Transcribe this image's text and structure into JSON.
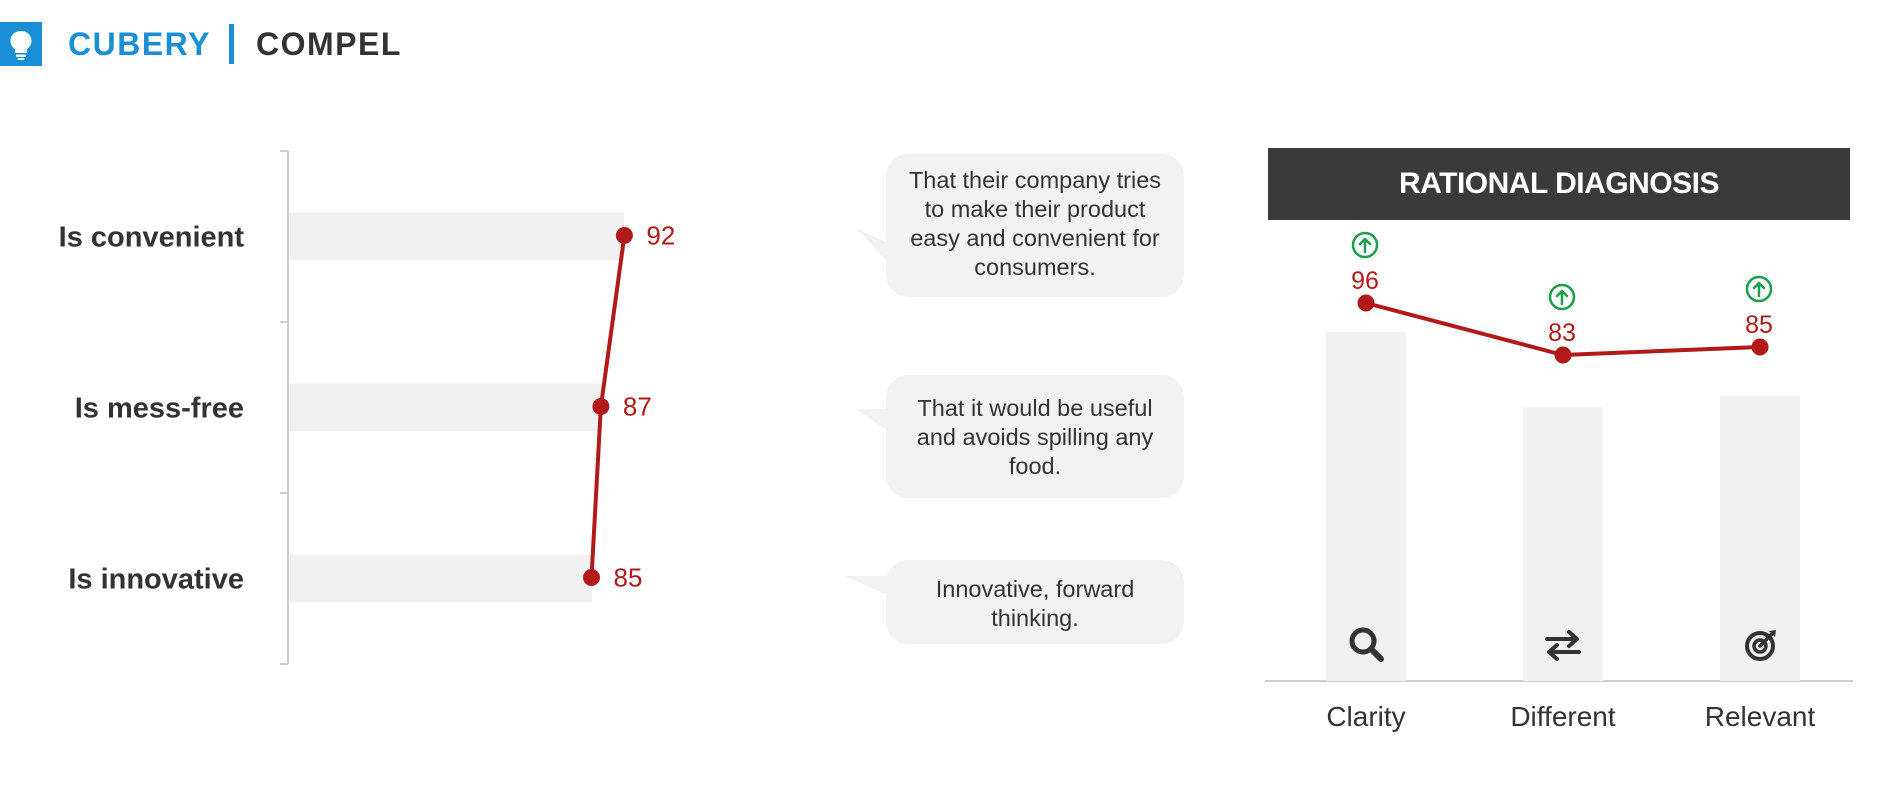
{
  "header": {
    "brand": "CUBERY",
    "product": "COMPEL",
    "logo_icon": "lightbulb-icon"
  },
  "colors": {
    "brand_blue": "#1a8fd6",
    "series_red": "#b21a1a",
    "bar_gray": "#f1f1f1",
    "up_green": "#1a9e4a",
    "header_dark": "#3a3a3a"
  },
  "chart_data": [
    {
      "type": "bar",
      "orientation": "horizontal",
      "categories": [
        "Is convenient",
        "Is mess-free",
        "Is innovative"
      ],
      "series": [
        {
          "values": [
            92,
            87,
            85
          ]
        }
      ],
      "xlabel": "",
      "ylabel": ""
    },
    {
      "type": "bar",
      "title": "RATIONAL DIAGNOSIS",
      "categories": [
        "Clarity",
        "Different",
        "Relevant"
      ],
      "series": [
        {
          "values": [
            96,
            83,
            85
          ]
        }
      ],
      "icons": [
        "search-icon",
        "swap-arrows-icon",
        "target-icon"
      ],
      "trend": [
        "up",
        "up",
        "up"
      ],
      "xlabel": "",
      "ylabel": ""
    }
  ],
  "quotes": [
    "That their company tries to make their product easy and convenient for consumers.",
    "That it would be useful and avoids spilling any food.",
    "Innovative, forward thinking."
  ]
}
